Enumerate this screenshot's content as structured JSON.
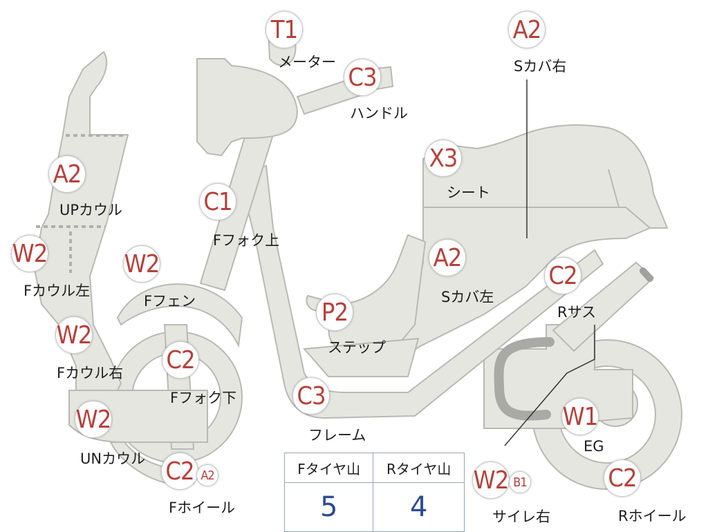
{
  "parts": [
    {
      "code": "T1",
      "label": "メーター"
    },
    {
      "code": "C3",
      "label": "ハンドル"
    },
    {
      "code": "A2",
      "label": "Sカバ右"
    },
    {
      "code": "X3",
      "label": "シート"
    },
    {
      "code": "A2",
      "label": "UPカウル"
    },
    {
      "code": "C1",
      "label": "Fフォク上"
    },
    {
      "code": "W2",
      "label": "Fカウル左"
    },
    {
      "code": "W2",
      "label": "Fフェン"
    },
    {
      "code": "A2",
      "label": "Sカバ左"
    },
    {
      "code": "C2",
      "label": "Rサス"
    },
    {
      "code": "P2",
      "label": "ステップ"
    },
    {
      "code": "W2",
      "label": "Fカウル右"
    },
    {
      "code": "C2",
      "label": "Fフォク下"
    },
    {
      "code": "C3",
      "label": "フレーム"
    },
    {
      "code": "W1",
      "label": "EG"
    },
    {
      "code": "W2",
      "label": "UNカウル"
    },
    {
      "code": "C2",
      "label": "Fホイール"
    },
    {
      "code": "C2",
      "label": "Rホイール"
    },
    {
      "code": "W2",
      "label": "サイレ右"
    }
  ],
  "sub_badges": [
    "A2",
    "B1"
  ],
  "tire_table": {
    "headers": [
      "Fタイヤ山",
      "Rタイヤ山"
    ],
    "values": [
      "5",
      "4"
    ]
  }
}
